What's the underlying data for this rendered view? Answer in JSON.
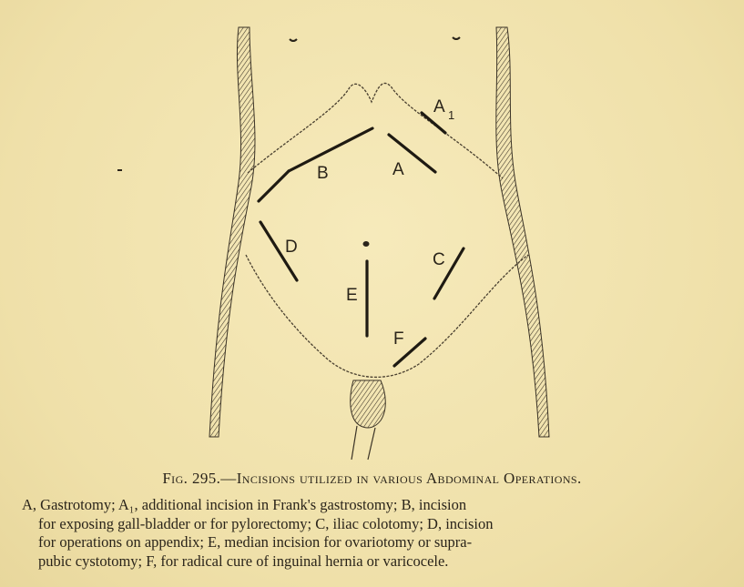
{
  "figure": {
    "labels": {
      "A1": "A",
      "A1_sub": "1",
      "A": "A",
      "B": "B",
      "C": "C",
      "D": "D",
      "E": "E",
      "F": "F"
    }
  },
  "caption": {
    "title": "Fig. 295.—Incisions utilized in various Abdominal Operations.",
    "lines": [
      "A, Gastrotomy; A₁, additional incision in Frank's gastrostomy; B, incision",
      "for exposing gall-bladder or for pylorectomy; C, iliac colotomy; D, incision",
      "for operations on appendix; E, median incision for ovariotomy or supra-",
      "pubic cystotomy; F, for radical cure of inguinal hernia or varicocele."
    ]
  },
  "colors": {
    "paper": "#f3e6b3",
    "ink": "#2a241a"
  }
}
